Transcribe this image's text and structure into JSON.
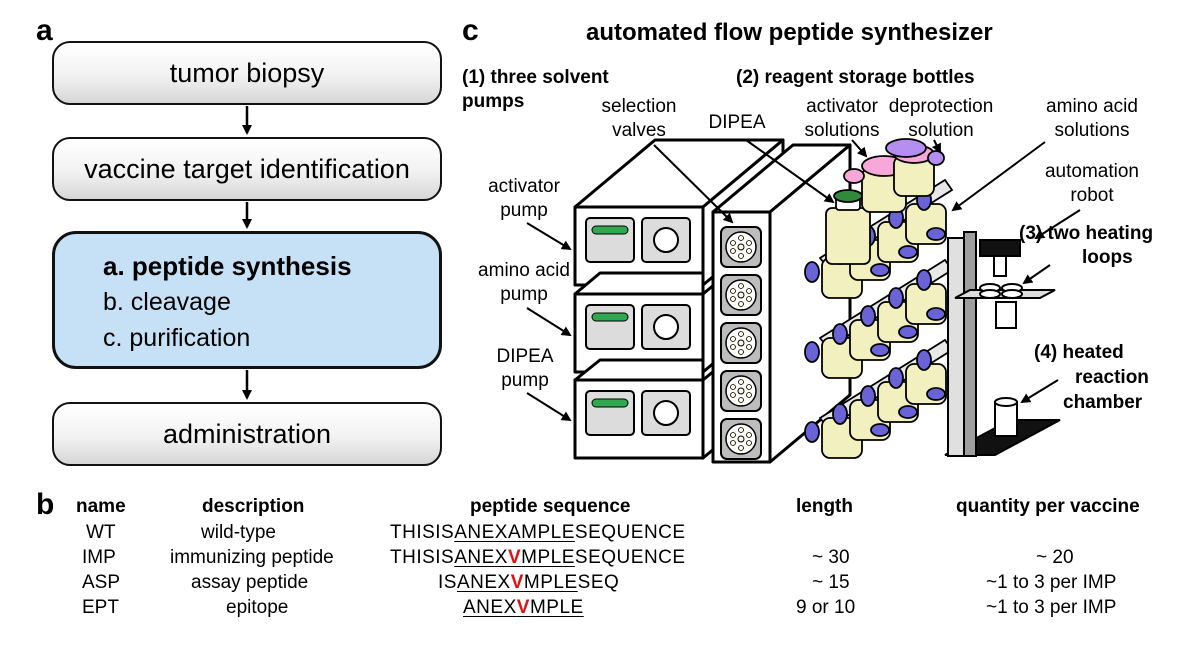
{
  "panel_a": {
    "letter": "a",
    "steps": [
      "tumor biopsy",
      "vaccine target identification"
    ],
    "synthesis_steps": [
      "a. peptide synthesis",
      "b. cleavage",
      "c. purification"
    ],
    "final_step": "administration"
  },
  "panel_b": {
    "letter": "b",
    "headers": [
      "name",
      "description",
      "peptide sequence",
      "length",
      "quantity per vaccine"
    ],
    "rows": [
      {
        "name": "WT",
        "description": "wild-type",
        "seq_pre": "THISIS",
        "seq_ul_pre": "ANEX",
        "seq_mut": "A",
        "seq_ul_post": "MPLE",
        "seq_post": "SEQUENCE",
        "length": "",
        "quantity": ""
      },
      {
        "name": "IMP",
        "description": "immunizing peptide",
        "seq_pre": "THISIS",
        "seq_ul_pre": "ANEX",
        "seq_mut": "V",
        "seq_ul_post": "MPLE",
        "seq_post": "SEQUENCE",
        "length": "~ 30",
        "quantity": "~ 20"
      },
      {
        "name": "ASP",
        "description": "assay peptide",
        "seq_pre": "IS",
        "seq_ul_pre": "ANEX",
        "seq_mut": "V",
        "seq_ul_post": "MPLE",
        "seq_post": "SEQ",
        "length": "~ 15",
        "quantity": "~1 to 3 per IMP"
      },
      {
        "name": "EPT",
        "description": "epitope",
        "seq_pre": "",
        "seq_ul_pre": "ANEX",
        "seq_mut": "V",
        "seq_ul_post": "MPLE",
        "seq_post": "",
        "length": "9 or 10",
        "quantity": "~1 to 3 per IMP"
      }
    ]
  },
  "panel_c": {
    "letter": "c",
    "title": "automated flow peptide synthesizer",
    "labels": {
      "pumps_1": "(1) three solvent",
      "pumps_2": "pumps",
      "bottles": "(2) reagent storage bottles",
      "valves_1": "selection",
      "valves_2": "valves",
      "dipea": "DIPEA",
      "activator_sol_1": "activator",
      "activator_sol_2": "solutions",
      "deprotection_1": "deprotection",
      "deprotection_2": "solution",
      "amino_sol_1": "amino acid",
      "amino_sol_2": "solutions",
      "robot_1": "automation",
      "robot_2": "robot",
      "activator_pump_1": "activator",
      "activator_pump_2": "pump",
      "amino_pump_1": "amino acid",
      "amino_pump_2": "pump",
      "dipea_pump_1": "DIPEA",
      "dipea_pump_2": "pump",
      "heating_1": "(3) two heating",
      "heating_2": "loops",
      "chamber_1": "(4) heated",
      "chamber_2": "reaction",
      "chamber_3": "chamber"
    },
    "colors": {
      "pump_led": "#2fa84f",
      "bottle_body": "#f3f0c0",
      "bottle_cap": "#6a63d8",
      "activator_cap": "#f7a8d8",
      "deprotection_cap": "#b48ef0",
      "dipea_cap": "#2f8a3a"
    }
  }
}
